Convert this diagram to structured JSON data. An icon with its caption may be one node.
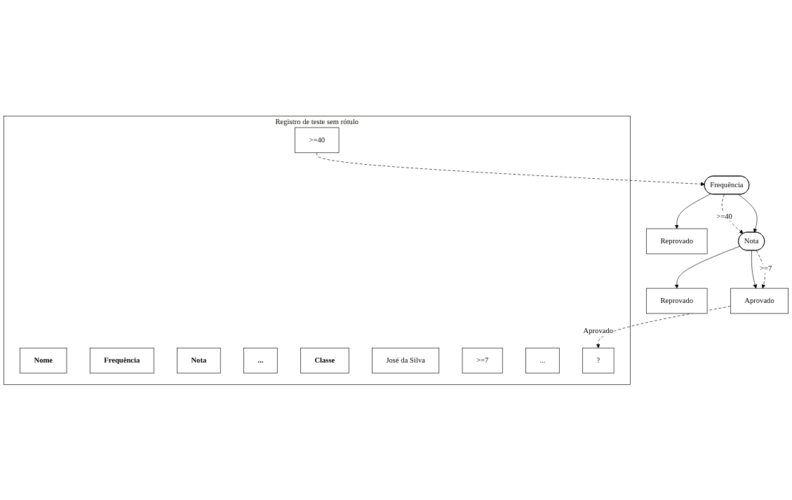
{
  "diagram": {
    "nodes": [
      {
        "text": [
          "Registro de teste sem rótulo"
        ]
      },
      {
        "text": [
          "Nome"
        ],
        "in": 0
      },
      {
        "text": [
          "Frequência"
        ],
        "in": 0
      },
      {
        "text": [
          "Nota"
        ],
        "in": 0
      },
      {
        "text": [
          "..."
        ],
        "in": 0
      },
      {
        "text": [
          "Classe"
        ],
        "in": 0
      },
      {
        "text": [
          "José da Silva"
        ],
        "in": 0
      },
      {
        "text": [
          ">=40"
        ],
        "in": 0
      },
      {
        "text": [
          ">=7"
        ],
        "in": 0
      },
      {
        "text": [
          "..."
        ],
        "in": 0
      },
      {
        "text": [
          "?"
        ],
        "in": 0
      },
      {
        "text": [
          "Frequência"
        ]
      },
      {
        "text": [
          "Reprovado"
        ]
      },
      {
        "text": [
          "Nota"
        ]
      },
      {
        "text": [
          "Reprovado"
        ]
      },
      {
        "text": [
          "Aprovado"
        ]
      }
    ],
    "edges": [
      {
        "from": 7,
        "to": 11,
        "arrow": "to",
        "style": "dashed"
      },
      {
        "from": 11,
        "to": 13,
        "arrow": "to",
        "label": ">=40",
        "style": "dashed"
      },
      {
        "from": 11,
        "to": 13,
        "arrow": "to"
      },
      {
        "from": 11,
        "to": 12,
        "arrow": "to"
      },
      {
        "from": 13,
        "to": 14,
        "arrow": "to"
      },
      {
        "from": 13,
        "to": 15,
        "arrow": "to"
      },
      {
        "from": 13,
        "to": 15,
        "arrow": "to",
        "label": ">=7",
        "style": "dashed"
      },
      {
        "from": 15,
        "to": 10,
        "arrow": "to",
        "label": "Aprovado",
        "style": "dashed"
      }
    ]
  }
}
